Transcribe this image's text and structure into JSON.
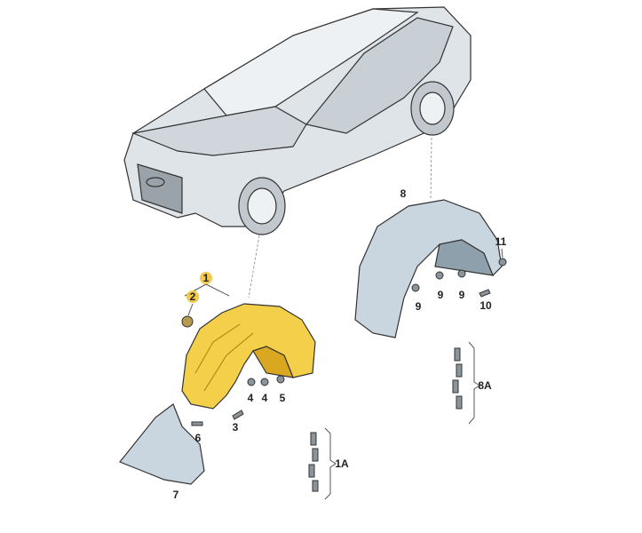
{
  "diagram": {
    "title": "Wheel housing liner parts diagram",
    "colors": {
      "front_liner": "#f4cf4a",
      "rear_liner": "#c9d6e0",
      "car_body": "#dfe4e8",
      "outline": "#333333",
      "highlight": "#f2c94c"
    },
    "labels": [
      "1",
      "2",
      "3",
      "4",
      "4",
      "5",
      "6",
      "7",
      "1A",
      "8",
      "9",
      "9",
      "9",
      "10",
      "11",
      "8A"
    ]
  }
}
